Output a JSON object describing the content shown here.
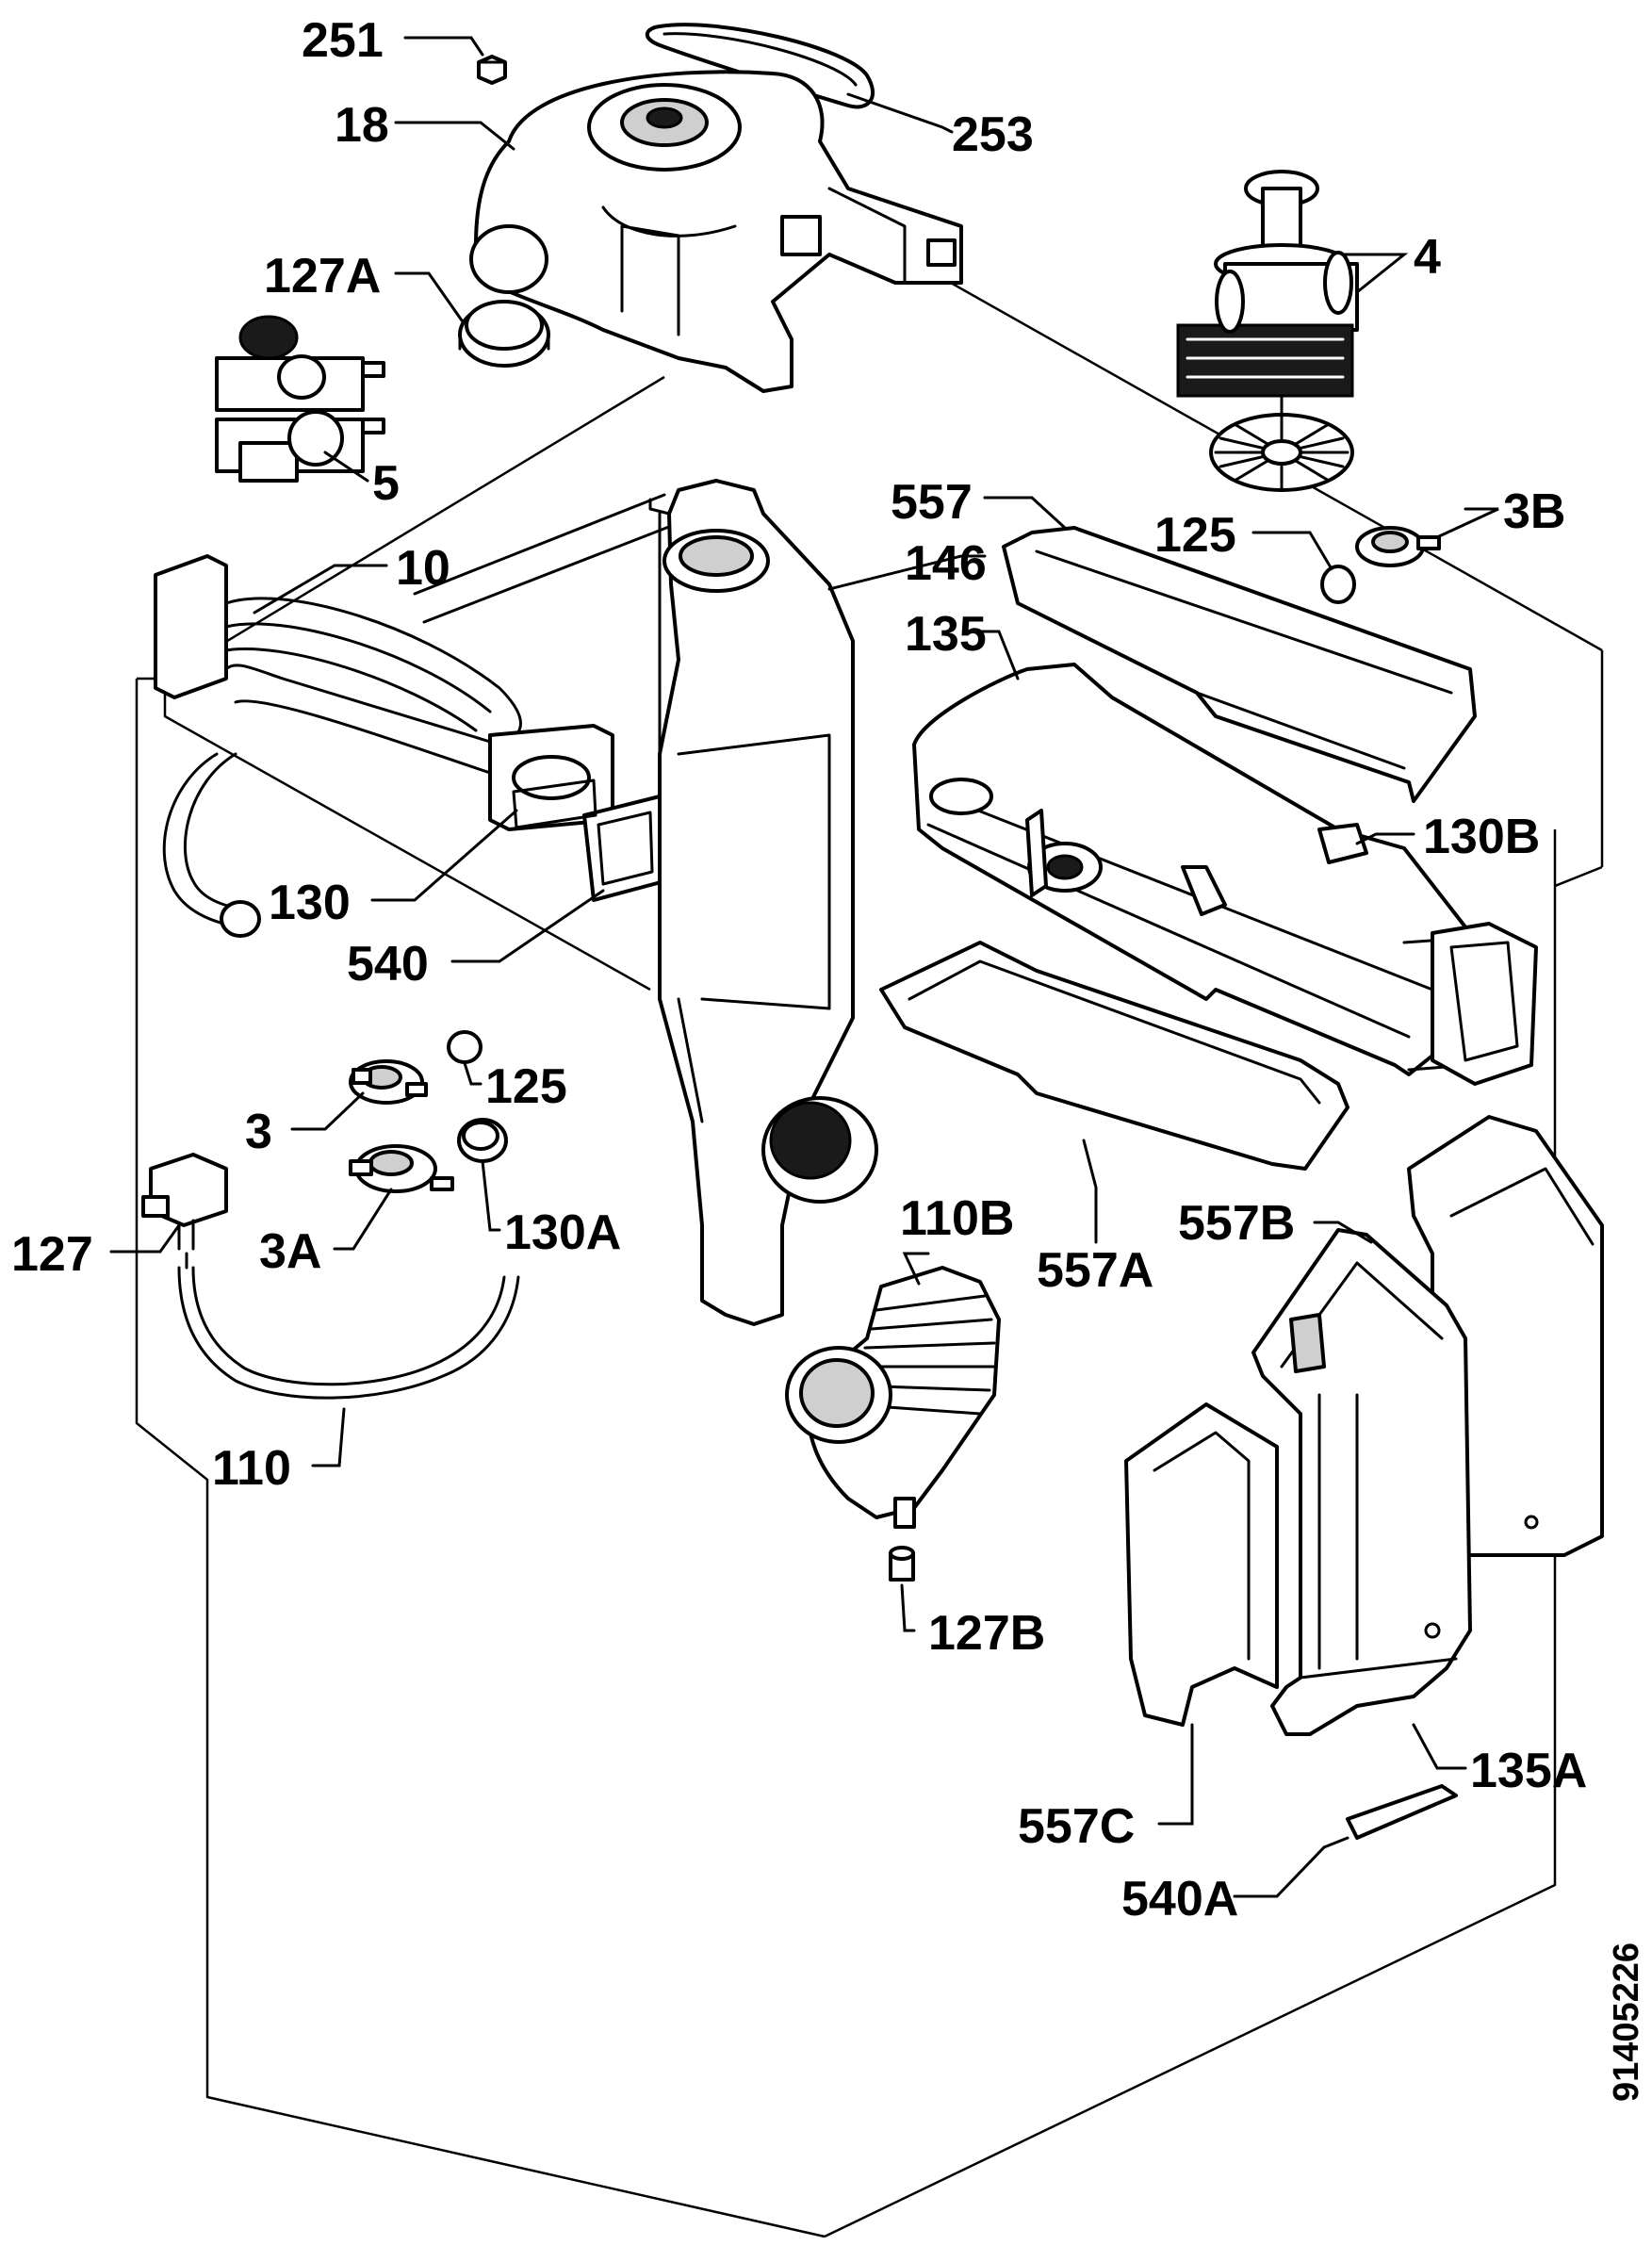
{
  "callouts": [
    {
      "id": "251",
      "label": "251"
    },
    {
      "id": "18",
      "label": "18"
    },
    {
      "id": "253",
      "label": "253"
    },
    {
      "id": "127A",
      "label": "127A"
    },
    {
      "id": "4",
      "label": "4"
    },
    {
      "id": "5",
      "label": "5"
    },
    {
      "id": "557",
      "label": "557"
    },
    {
      "id": "125-top",
      "label": "125"
    },
    {
      "id": "3B",
      "label": "3B"
    },
    {
      "id": "10",
      "label": "10"
    },
    {
      "id": "146",
      "label": "146"
    },
    {
      "id": "135",
      "label": "135"
    },
    {
      "id": "130B",
      "label": "130B"
    },
    {
      "id": "130",
      "label": "130"
    },
    {
      "id": "540",
      "label": "540"
    },
    {
      "id": "125-mid",
      "label": "125"
    },
    {
      "id": "3",
      "label": "3"
    },
    {
      "id": "130A",
      "label": "130A"
    },
    {
      "id": "3A",
      "label": "3A"
    },
    {
      "id": "127",
      "label": "127"
    },
    {
      "id": "110B",
      "label": "110B"
    },
    {
      "id": "557B",
      "label": "557B"
    },
    {
      "id": "557A",
      "label": "557A"
    },
    {
      "id": "110",
      "label": "110"
    },
    {
      "id": "127B",
      "label": "127B"
    },
    {
      "id": "135A",
      "label": "135A"
    },
    {
      "id": "557C",
      "label": "557C"
    },
    {
      "id": "540A",
      "label": "540A"
    }
  ],
  "document_number": "91405226"
}
